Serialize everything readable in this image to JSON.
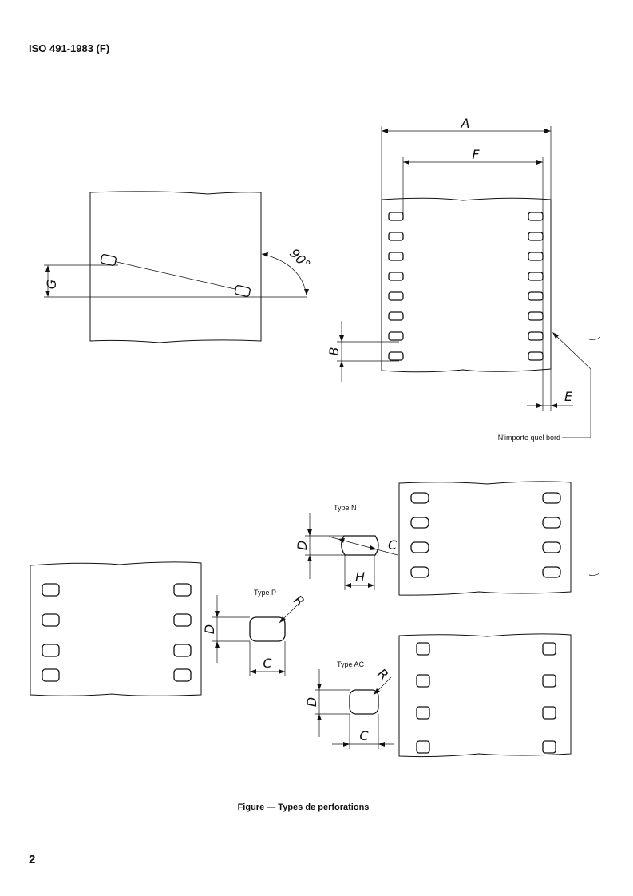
{
  "header": {
    "standard": "ISO 491-1983 (F)"
  },
  "figure": {
    "caption": "Figure — Types de perforations",
    "labels": {
      "A": "A",
      "F": "F",
      "B": "B",
      "E": "E",
      "G": "G",
      "angle": "90°",
      "edge_note": "N'importe quel bord"
    },
    "type_n": {
      "title": "Type N",
      "D": "D",
      "H": "H",
      "C": "C"
    },
    "type_p": {
      "title": "Type P",
      "D": "D",
      "C": "C",
      "R": "R"
    },
    "type_ac": {
      "title": "Type AC",
      "D": "D",
      "C": "C",
      "R": "R"
    }
  },
  "footer": {
    "page_number": "2"
  }
}
